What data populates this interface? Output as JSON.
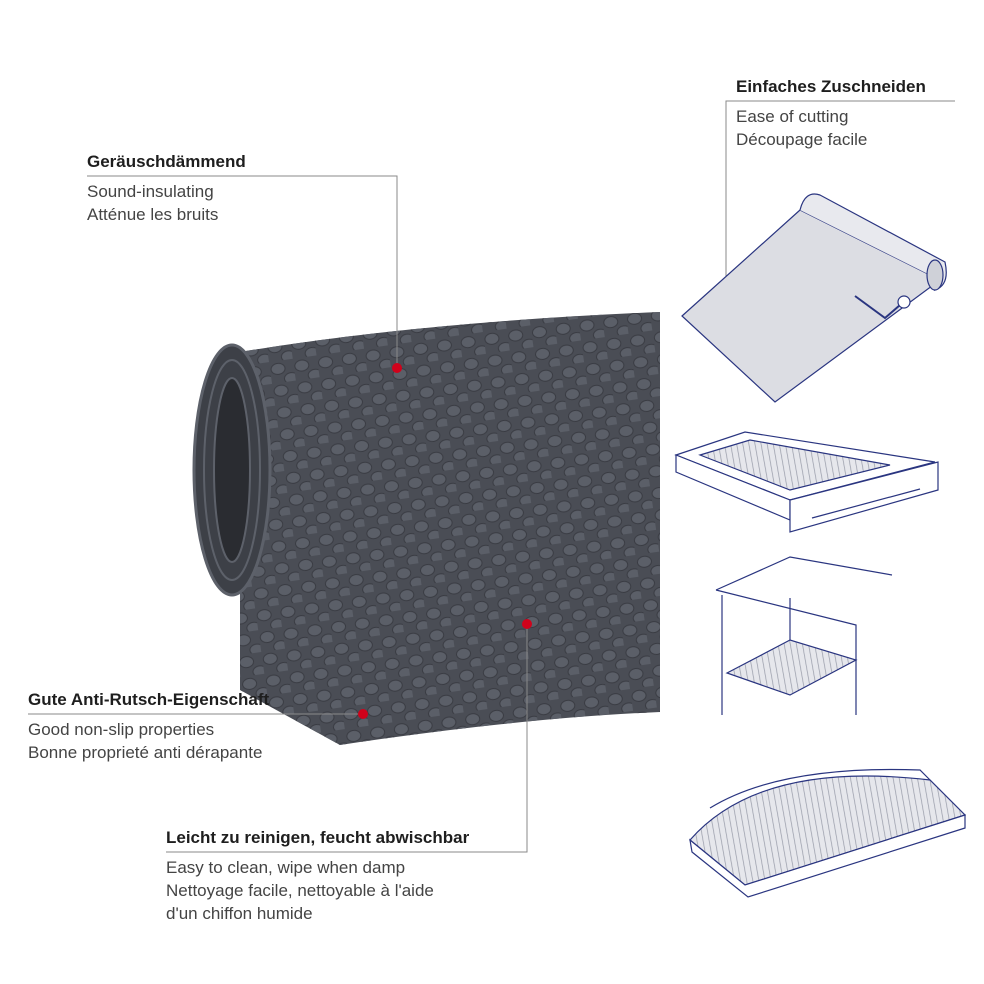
{
  "features": [
    {
      "title": "Geräuschdämmend",
      "lines": [
        "Sound-insulating",
        "Atténue les bruits"
      ]
    },
    {
      "title": "Einfaches Zuschneiden",
      "lines": [
        "Ease of cutting",
        "Découpage facile"
      ]
    },
    {
      "title": "Gute Anti-Rutsch-Eigenschaft",
      "lines": [
        "Good non-slip properties",
        "Bonne proprieté anti dérapante"
      ]
    },
    {
      "title": "Leicht zu reinigen, feucht abwischbar",
      "lines": [
        "Easy to clean, wipe when damp",
        "Nettoyage facile, nettoyable à l'aide",
        "d'un chiffon humide"
      ]
    }
  ],
  "colors": {
    "accent": "#d0021b",
    "mat": "#4a4d55",
    "illustration": "#2a3580"
  }
}
